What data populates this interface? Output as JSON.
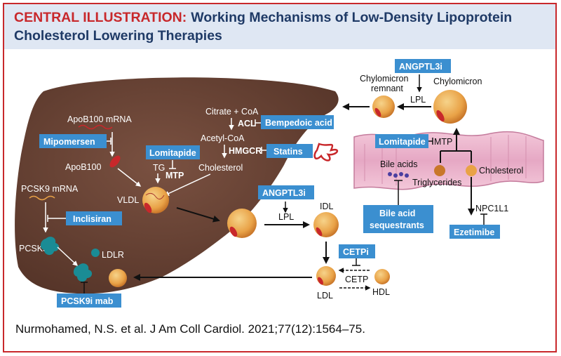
{
  "title": {
    "lead": "CENTRAL ILLUSTRATION:",
    "text": "Working Mechanisms of Low-Density Lipoprotein Cholesterol Lowering Therapies"
  },
  "citation": "Nurmohamed, N.S. et al. J Am Coll Cardiol. 2021;77(12):1564–75.",
  "liver_labels": {
    "apob100_mrna": "ApoB100 mRNA",
    "apob100": "ApoB100",
    "citrate_coa": "Citrate + CoA",
    "acl": "ACL",
    "acetyl_coa": "Acetyl-CoA",
    "hmgcr": "HMGCR",
    "cholesterol": "Cholesterol",
    "tg": "TG",
    "mtp": "MTP",
    "vldl": "VLDL",
    "pcsk9_mrna": "PCSK9 mRNA",
    "pcsk9": "PCSK9",
    "ldlr": "LDLR"
  },
  "drugs": {
    "mipomersen": "Mipomersen",
    "lomitapide_liver": "Lomitapide",
    "bempedoic_acid": "Bempedoic acid",
    "statins": "Statins",
    "inclisiran": "Inclisiran",
    "pcsk9i_mab": "PCSK9i mab",
    "angptl3i_top": "ANGPTL3i",
    "angptl3i_mid": "ANGPTL3i",
    "lomitapide_gut": "Lomitapide",
    "bile_acid_sequestrants_1": "Bile acid",
    "bile_acid_sequestrants_2": "sequestrants",
    "ezetimibe": "Ezetimibe",
    "cetpi": "CETPi"
  },
  "circulation_labels": {
    "chylomicron_remnant_1": "Chylomicron",
    "chylomicron_remnant_2": "remnant",
    "chylomicron": "Chylomicron",
    "lpl_top": "LPL",
    "lpl_mid": "LPL",
    "idl": "IDL",
    "ldl": "LDL",
    "cetp": "CETP",
    "hdl": "HDL"
  },
  "gut_labels": {
    "mtp": "MTP",
    "bile_acids": "Bile acids",
    "triglycerides": "Triglycerides",
    "cholesterol": "Cholesterol",
    "npc1l1": "NPC1L1"
  },
  "colors": {
    "accent_red": "#c8282b",
    "header_bg": "#dfe7f3",
    "title_blue": "#1f3a66",
    "drug_box": "#3b8fd0",
    "liver": "#6b4536",
    "lipoprotein": "#e9a247",
    "intestine": "#e6a8c4"
  }
}
